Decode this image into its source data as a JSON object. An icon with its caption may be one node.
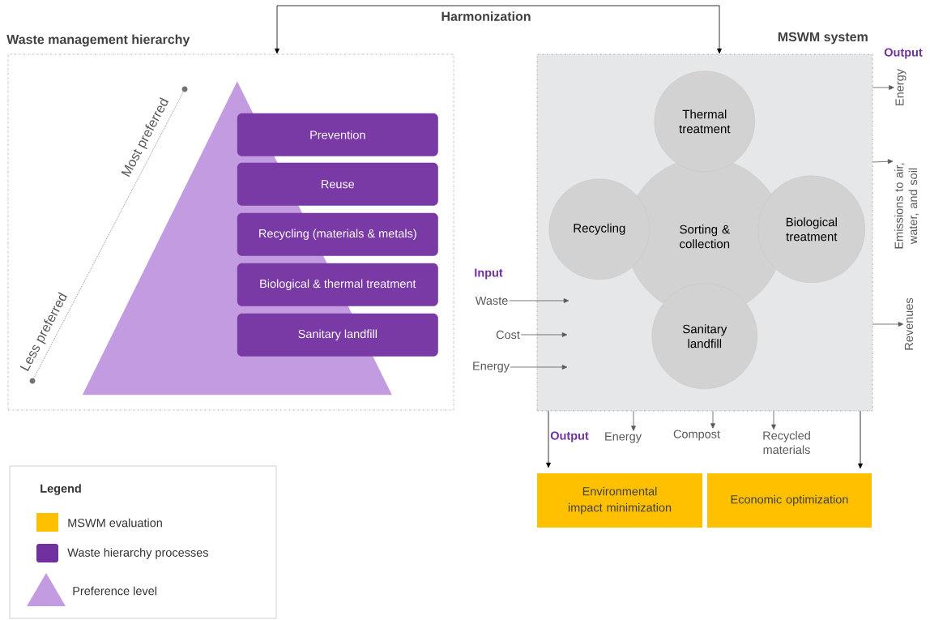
{
  "diagram": {
    "nodes": [
      {
        "text": [
          "Waste management hierarchy"
        ]
      },
      {
        "text": [],
        "shape": "triangle",
        "in": 0
      },
      {
        "text": [
          "Prevention"
        ],
        "in": 0
      },
      {
        "text": [
          "Reuse"
        ],
        "in": 0
      },
      {
        "text": [
          "Recycling (materials & metals)"
        ],
        "in": 0
      },
      {
        "text": [
          "Biological & thermal treatment"
        ],
        "in": 0
      },
      {
        "text": [
          "Sanitary landfill"
        ],
        "in": 0
      },
      {
        "text": [
          "MSWM system"
        ]
      },
      {
        "text": [
          "Thermal treatment"
        ],
        "in": 7
      },
      {
        "text": [
          "Sorting & collection"
        ],
        "in": 7
      },
      {
        "text": [
          "Recycling"
        ],
        "in": 7
      },
      {
        "text": [
          "Biological treatment"
        ],
        "in": 7
      },
      {
        "text": [
          "Sanitary landfill"
        ],
        "in": 7
      },
      {
        "text": [
          "Waste"
        ]
      },
      {
        "text": [
          "Cost"
        ]
      },
      {
        "text": [
          "Energy"
        ]
      },
      {
        "text": [
          "Energy"
        ]
      },
      {
        "text": [
          "Emissions to air, water, and soil"
        ]
      },
      {
        "text": [
          "Revenues"
        ]
      },
      {
        "text": [
          "Energy"
        ]
      },
      {
        "text": [
          "Compost"
        ]
      },
      {
        "text": [
          "Recycled materials"
        ]
      },
      {
        "text": [
          "Environmental impact minimization"
        ]
      },
      {
        "text": [
          "Economic optimization"
        ]
      }
    ],
    "edges": [
      {
        "from": 7,
        "to": 0,
        "arrow": "both",
        "label": "Harmonization",
        "color": "#000000"
      },
      {
        "from": 13,
        "to": 7,
        "arrow": "to"
      },
      {
        "from": 14,
        "to": 7,
        "arrow": "to"
      },
      {
        "from": 15,
        "to": 7,
        "arrow": "to"
      },
      {
        "from": 7,
        "to": 16,
        "arrow": "to"
      },
      {
        "from": 7,
        "to": 17,
        "arrow": "to"
      },
      {
        "from": 7,
        "to": 18,
        "arrow": "to"
      },
      {
        "from": 7,
        "to": 19,
        "arrow": "to"
      },
      {
        "from": 7,
        "to": 20,
        "arrow": "to"
      },
      {
        "from": 7,
        "to": 21,
        "arrow": "to"
      },
      {
        "from": 7,
        "to": 22,
        "arrow": "to",
        "color": "#000000"
      },
      {
        "from": 7,
        "to": 23,
        "arrow": "to",
        "color": "#000000"
      }
    ],
    "labels": [
      "Output",
      "Most preferred",
      "Less preferred",
      "Input",
      "Output",
      "Legend"
    ],
    "legend": [
      {
        "text": "MSWM evaluation",
        "color": "#ffc000"
      },
      {
        "text": "Waste hierarchy processes",
        "color": "#7030a0"
      },
      {
        "text": "Preference level"
      }
    ]
  }
}
